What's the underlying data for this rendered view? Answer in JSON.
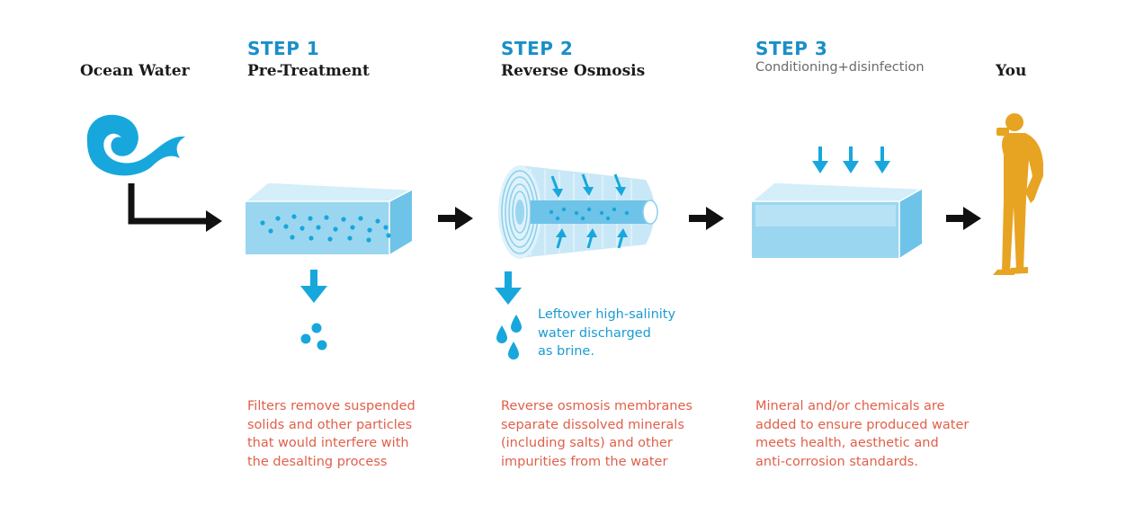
{
  "labels": {
    "ocean": "Ocean Water",
    "you": "You"
  },
  "steps": [
    {
      "number": "STEP 1",
      "title": "Pre-Treatment",
      "description": [
        "Filters remove suspended",
        "solids and other particles",
        "that would interfere with",
        "the desalting process"
      ]
    },
    {
      "number": "STEP 2",
      "title": "Reverse Osmosis",
      "description": [
        "Reverse osmosis membranes",
        "separate dissolved minerals",
        "(including salts) and other",
        "impurities from the water"
      ],
      "brine_note": [
        "Leftover high-salinity",
        "water discharged",
        "as brine."
      ]
    },
    {
      "number": "STEP 3",
      "title": "Conditioning+disinfection",
      "description": [
        "Mineral and/or chemicals are",
        "added to ensure produced water",
        "meets health, aesthetic and",
        "anti-corrosion standards."
      ]
    }
  ],
  "colors": {
    "step_blue": "#1a8fc9",
    "water_blue": "#17a7dc",
    "tank_light": "#bfe4f5",
    "description_red": "#e0604a",
    "person_orange": "#e7a422",
    "arrow_black": "#111111"
  },
  "icons": [
    "wave-icon",
    "tank-icon",
    "membrane-cylinder-icon",
    "tank-icon",
    "person-drinking-icon"
  ]
}
